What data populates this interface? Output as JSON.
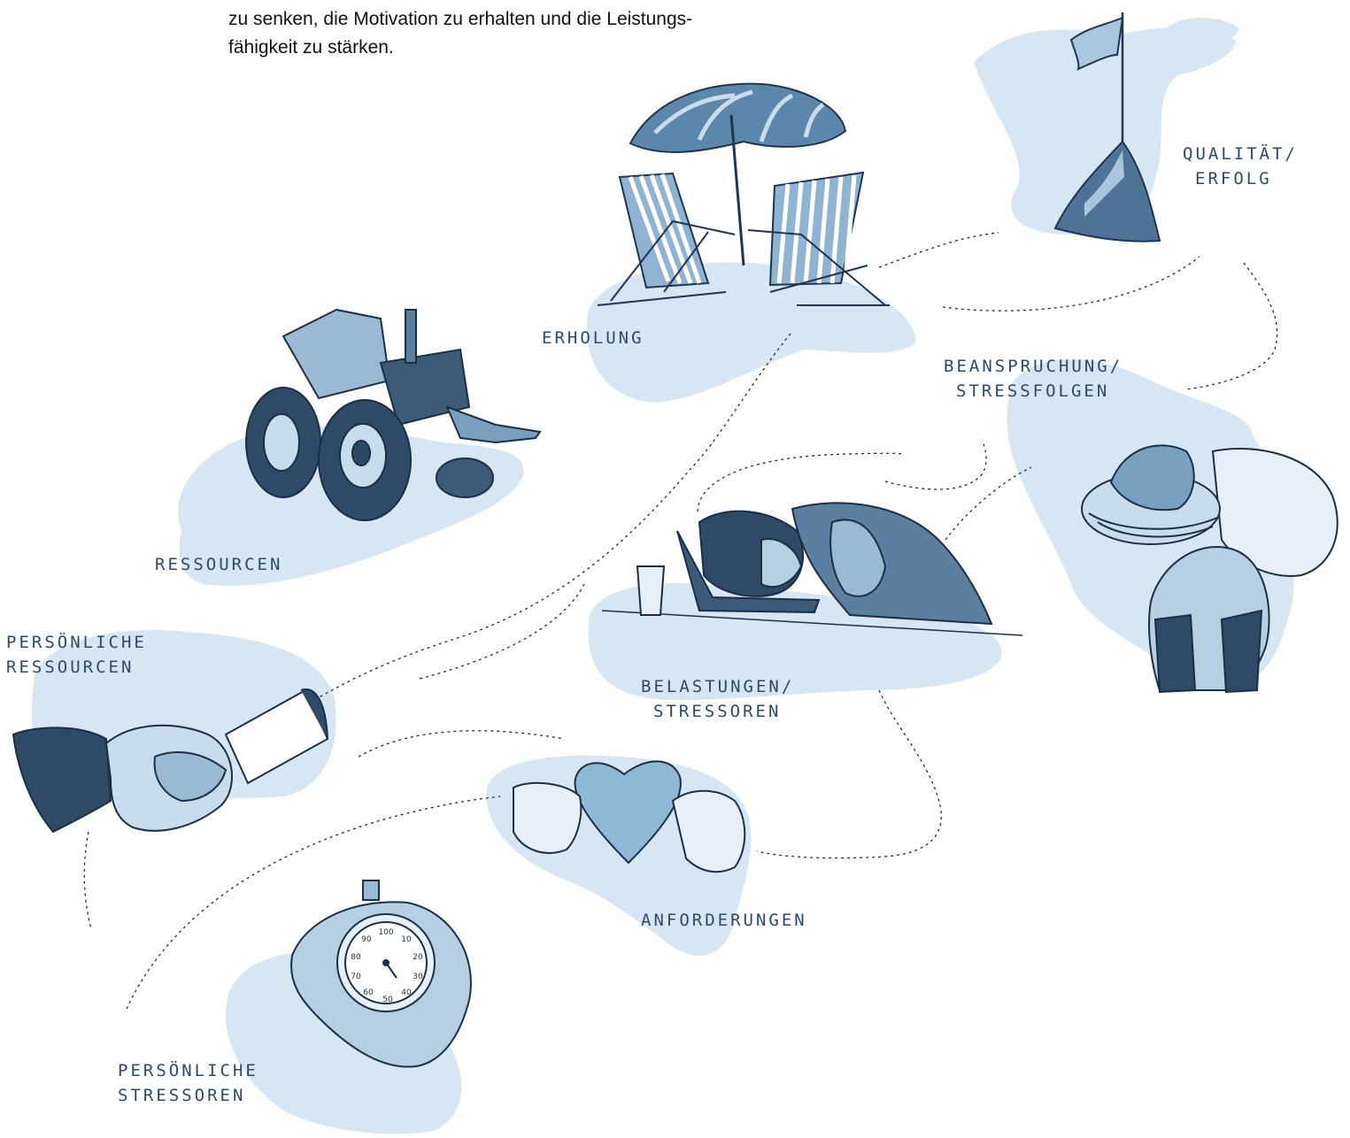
{
  "intro": {
    "line1": "zu senken, die Motivation zu erhalten und die Leistungs-",
    "line2": "fähigkeit zu stärken."
  },
  "labels": {
    "erholung": "ERHOLUNG",
    "qualitaet_1": "QUALITÄT/",
    "qualitaet_2": "ERFOLG",
    "beanspruchung_1": "BEANSPRUCHUNG/",
    "beanspruchung_2": "STRESSFOLGEN",
    "ressourcen": "RESSOURCEN",
    "persoenliche_ressourcen_1": "PERSÖNLICHE",
    "persoenliche_ressourcen_2": "RESSOURCEN",
    "belastungen_1": "BELASTUNGEN/",
    "belastungen_2": "STRESSOREN",
    "anforderungen": "ANFORDERUNGEN",
    "persoenliche_stressoren_1": "PERSÖNLICHE",
    "persoenliche_stressoren_2": "STRESSOREN"
  },
  "stopwatch_numbers": [
    "100",
    "10",
    "20",
    "30",
    "40",
    "50",
    "60",
    "70",
    "80",
    "90"
  ],
  "colors": {
    "blob": "#d6e6f3",
    "ink": "#2f4a66",
    "mid": "#7aa0c0",
    "dark": "#3d5a78",
    "text": "#111111"
  },
  "icons": [
    "beach-umbrella-icon",
    "deck-chair-icon",
    "mountain-flag-icon",
    "tractor-icon",
    "handshake-icon",
    "laptop-sleeping-person-icon",
    "stressed-person-with-hat-icon",
    "heart-hands-icon",
    "stopwatch-hand-icon"
  ]
}
